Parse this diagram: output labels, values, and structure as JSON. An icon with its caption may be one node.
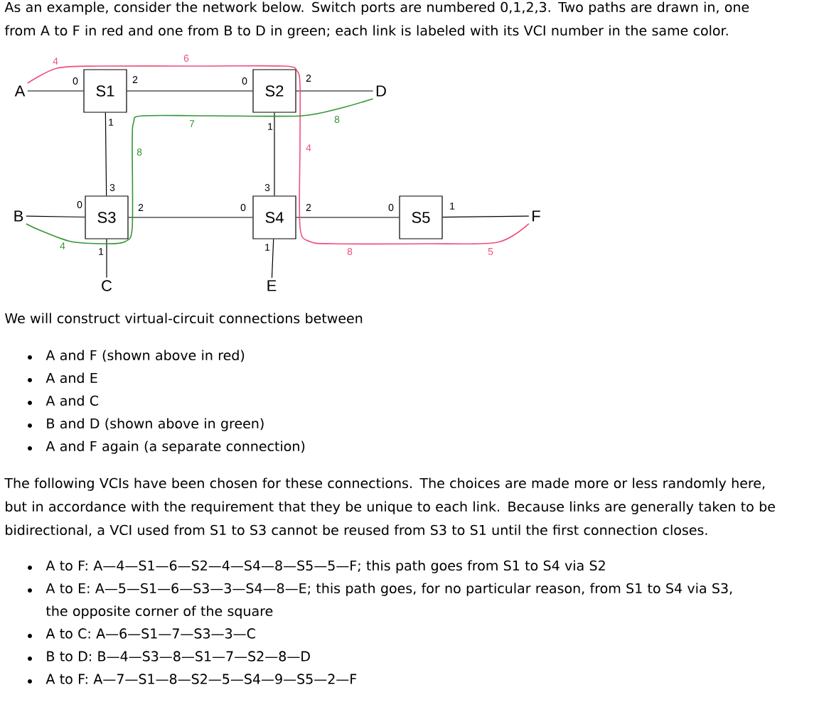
{
  "diagram": {
    "nodes": [
      {
        "text": [
          "A"
        ]
      },
      {
        "text": [
          "S1"
        ],
        "beside": [
          "0",
          "2",
          "1"
        ]
      },
      {
        "text": [
          "S2"
        ],
        "beside": [
          "0",
          "2",
          "1"
        ]
      },
      {
        "text": [
          "D"
        ]
      },
      {
        "text": [
          "B"
        ]
      },
      {
        "text": [
          "S3"
        ],
        "beside": [
          "3",
          "0",
          "2",
          "1"
        ]
      },
      {
        "text": [
          "S4"
        ],
        "beside": [
          "3",
          "0",
          "2",
          "1"
        ]
      },
      {
        "text": [
          "S5"
        ],
        "beside": [
          "0",
          "1"
        ]
      },
      {
        "text": [
          "F"
        ]
      },
      {
        "text": [
          "C"
        ]
      },
      {
        "text": [
          "E"
        ]
      }
    ],
    "edges": [
      {
        "from": 0,
        "to": 1,
        "arrow": "none"
      },
      {
        "from": 1,
        "to": 2,
        "arrow": "none"
      },
      {
        "from": 2,
        "to": 3,
        "arrow": "none"
      },
      {
        "from": 1,
        "to": 5,
        "arrow": "none"
      },
      {
        "from": 2,
        "to": 6,
        "arrow": "none"
      },
      {
        "from": 4,
        "to": 5,
        "arrow": "none"
      },
      {
        "from": 5,
        "to": 6,
        "arrow": "none"
      },
      {
        "from": 6,
        "to": 7,
        "arrow": "none"
      },
      {
        "from": 7,
        "to": 8,
        "arrow": "none"
      },
      {
        "from": 5,
        "to": 9,
        "arrow": "none"
      },
      {
        "from": 6,
        "to": 10,
        "arrow": "none"
      },
      {
        "from": 0,
        "to": 8,
        "arrow": "none",
        "color": "#ee507a"
      },
      {
        "from": 3,
        "to": 4,
        "arrow": "none",
        "color": "#329632"
      }
    ],
    "labels": [
      "As an example, consider the network below. Switch ports are numbered 0,1,2,3. Two paths are drawn in, one from A to F in red and one from B to D in green; each link is labeled with its VCI number in the same color.",
      "4",
      "6",
      "7",
      "8",
      "8",
      "4",
      "4",
      "8",
      "5",
      "We will construct virtual-circuit connections between",
      "A and F (shown above in red)",
      "A and E",
      "A and C",
      "B and D (shown above in green)",
      "A and F again (a separate connection)",
      "The following VCIs have been chosen for these connections. The choices are made more or less randomly here, but in accordance with the requirement that they be unique to each link. Because links are generally taken to be bidirectional, a VCI used from S1 to S3 cannot be reused from S3 to S1 until the first connection closes.",
      "A to F: A—4—S1—6—S2—4—S4—8—S5—5—F; this path goes from S1 to S4 via S2",
      "A to E: A—5—S1—6—S3—3—S4—8—E; this path goes, for no particular reason, from S1 to S4 via S3, the opposite corner of the square",
      "A to C: A—6—S1—7—S3—3—C",
      "B to D: B—4—S3—8—S1—7—S2—8—D",
      "A to F: A—7—S1—8—S2—5—S4—9—S5—2—F"
    ]
  }
}
